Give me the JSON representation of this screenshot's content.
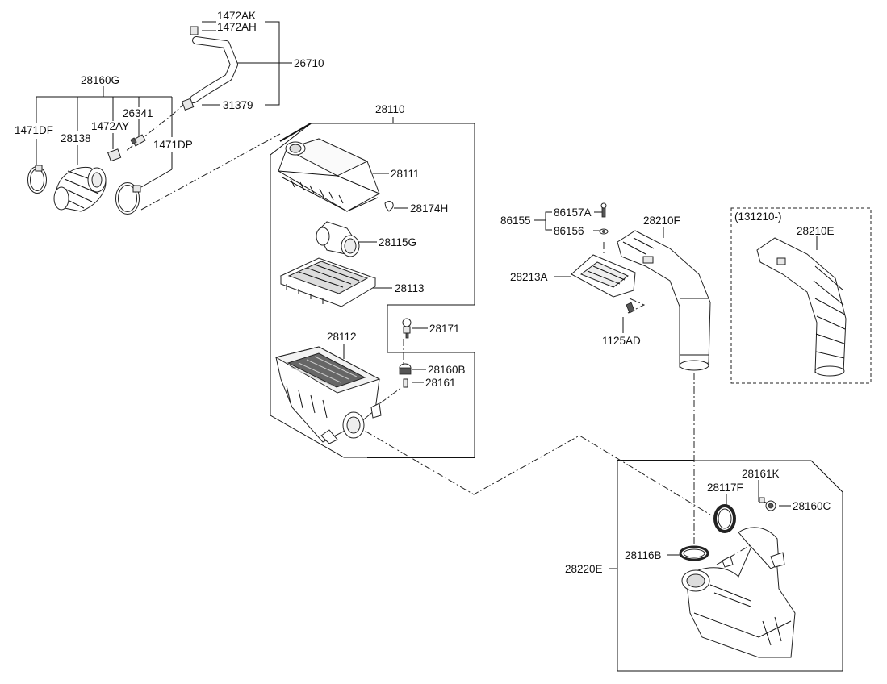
{
  "labels": {
    "p1472AK": "1472AK",
    "p1472AH": "1472AH",
    "p26710": "26710",
    "p31379": "31379",
    "p28160G": "28160G",
    "p26341": "26341",
    "p1471DF": "1471DF",
    "p1472AY": "1472AY",
    "p28138": "28138",
    "p1471DP": "1471DP",
    "p28110": "28110",
    "p28111": "28111",
    "p28174H": "28174H",
    "p28115G": "28115G",
    "p28113": "28113",
    "p28171": "28171",
    "p28112": "28112",
    "p28160B": "28160B",
    "p28161": "28161",
    "p86157A": "86157A",
    "p86155": "86155",
    "p86156": "86156",
    "p28213A": "28213A",
    "p1125AD": "1125AD",
    "p28210F": "28210F",
    "p131210": "(131210-)",
    "p28210E": "28210E",
    "p28161K": "28161K",
    "p28117F": "28117F",
    "p28160C": "28160C",
    "p28116B": "28116B",
    "p28220E": "28220E"
  }
}
